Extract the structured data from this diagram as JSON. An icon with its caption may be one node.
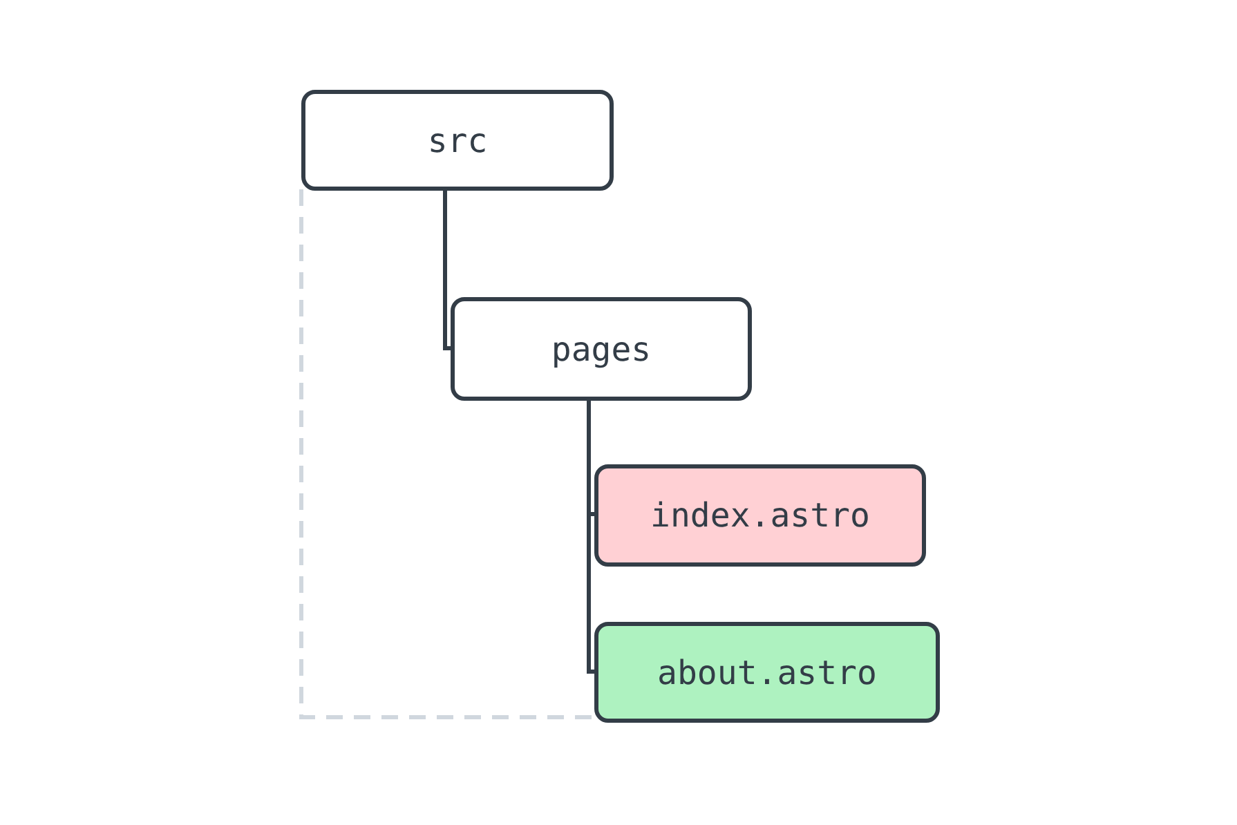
{
  "diagram": {
    "nodes": [
      {
        "text": [
          "src"
        ]
      },
      {
        "text": [
          "pages"
        ]
      },
      {
        "text": [
          "index.astro"
        ]
      },
      {
        "text": [
          "about.astro"
        ]
      }
    ],
    "edges": [
      {
        "from": 0,
        "to": 1,
        "arrow": "none"
      },
      {
        "from": 1,
        "to": 2,
        "arrow": "none"
      },
      {
        "from": 1,
        "to": 3,
        "arrow": "none"
      },
      {
        "from": 0,
        "to": 3,
        "arrow": "none",
        "style": "dashed",
        "color": "#d0d7de"
      }
    ]
  }
}
